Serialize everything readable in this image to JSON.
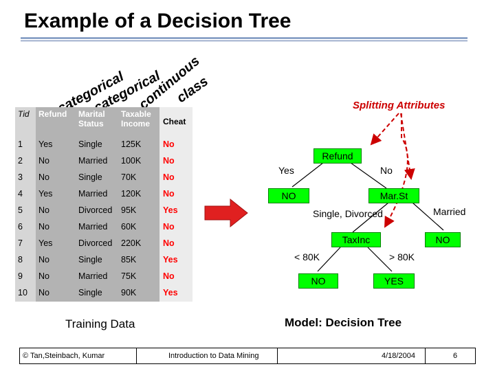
{
  "title": "Example of a Decision Tree",
  "column_types": [
    "categorical",
    "categorical",
    "continuous",
    "class"
  ],
  "splitting_attributes_label": "Splitting Attributes",
  "table": {
    "headers": {
      "tid": "Tid",
      "refund": "Refund",
      "marital": "Marital",
      "marital2": "Status",
      "income": "Taxable",
      "income2": "Income",
      "cheat": "Cheat"
    },
    "rows": [
      {
        "tid": "1",
        "refund": "Yes",
        "marital": "Single",
        "income": "125K",
        "cheat": "No"
      },
      {
        "tid": "2",
        "refund": "No",
        "marital": "Married",
        "income": "100K",
        "cheat": "No"
      },
      {
        "tid": "3",
        "refund": "No",
        "marital": "Single",
        "income": "70K",
        "cheat": "No"
      },
      {
        "tid": "4",
        "refund": "Yes",
        "marital": "Married",
        "income": "120K",
        "cheat": "No"
      },
      {
        "tid": "5",
        "refund": "No",
        "marital": "Divorced",
        "income": "95K",
        "cheat": "Yes"
      },
      {
        "tid": "6",
        "refund": "No",
        "marital": "Married",
        "income": "60K",
        "cheat": "No"
      },
      {
        "tid": "7",
        "refund": "Yes",
        "marital": "Divorced",
        "income": "220K",
        "cheat": "No"
      },
      {
        "tid": "8",
        "refund": "No",
        "marital": "Single",
        "income": "85K",
        "cheat": "Yes"
      },
      {
        "tid": "9",
        "refund": "No",
        "marital": "Married",
        "income": "75K",
        "cheat": "No"
      },
      {
        "tid": "10",
        "refund": "No",
        "marital": "Single",
        "income": "90K",
        "cheat": "Yes"
      }
    ]
  },
  "tree": {
    "root": "Refund",
    "yes_label": "Yes",
    "no_label": "No",
    "leaf_no_1": "NO",
    "marst": "Mar.St",
    "single_divorced": "Single, Divorced",
    "married": "Married",
    "taxinc": "TaxInc",
    "leaf_no_2": "NO",
    "lt80": "< 80K",
    "gt80": "> 80K",
    "leaf_no_3": "NO",
    "leaf_yes": "YES"
  },
  "captions": {
    "training": "Training Data",
    "model": "Model:  Decision Tree"
  },
  "footer": {
    "copyright": "© Tan,Steinbach, Kumar",
    "course": "Introduction to Data Mining",
    "date": "4/18/2004",
    "page": "6"
  },
  "colors": {
    "node_fill": "#00ff00",
    "accent_red": "#cc0000",
    "arrow_red": "#e02020"
  }
}
